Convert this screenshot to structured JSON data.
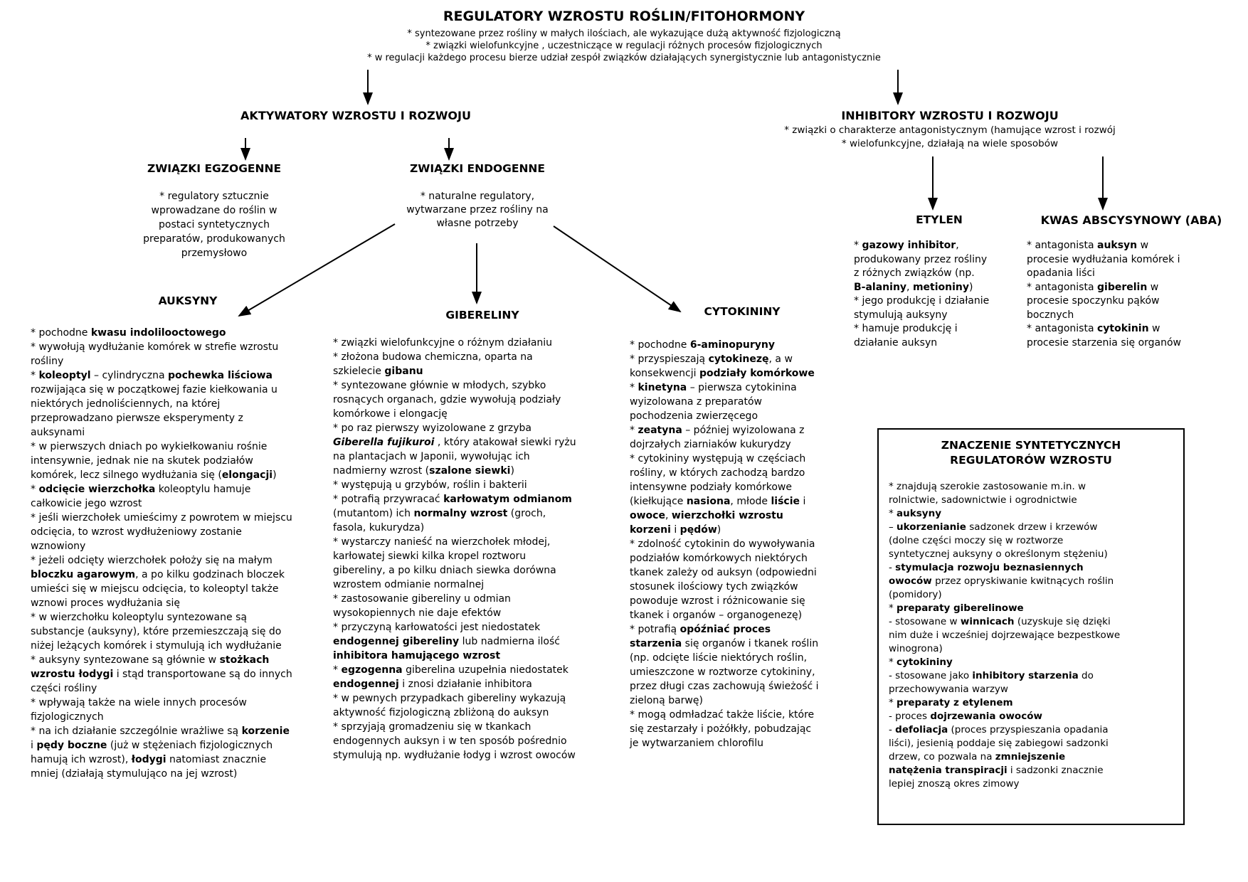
{
  "colors": {
    "background": "#ffffff",
    "text": "#000000",
    "line": "#000000"
  },
  "title": {
    "heading": "REGULATORY WZROSTU ROŚLIN/FITOHORMONY",
    "bullets": [
      "* syntezowane przez rośliny w małych ilościach, ale wykazujące dużą aktywność fizjologiczną",
      "* związki wielofunkcyjne , uczestniczące w regulacji różnych procesów fizjologicznych",
      "* w regulacji każdego procesu bierze udział zespół związków działających synergistycznie lub antagonistycznie"
    ]
  },
  "aktywatory": {
    "heading": "AKTYWATORY WZROSTU I ROZWOJU"
  },
  "inhibitory": {
    "heading": "INHIBITORY WZROSTU I ROZWOJU",
    "bullets": [
      "* związki o charakterze antagonistycznym (hamujące wzrost i rozwój",
      "* wielofunkcyjne, działają na wiele sposobów"
    ]
  },
  "egzogenne": {
    "heading": "ZWIĄZKI EGZOGENNE",
    "desc": [
      "* regulatory sztucznie",
      "wprowadzane do roślin w",
      "postaci syntetycznych",
      "preparatów, produkowanych",
      "przemysłowo"
    ]
  },
  "endogenne": {
    "heading": "ZWIĄZKI ENDOGENNE",
    "desc": [
      "* naturalne regulatory,",
      "wytwarzane przez rośliny na",
      "własne potrzeby"
    ]
  },
  "auksyny": {
    "heading": "AUKSYNY",
    "lines": [
      "* pochodne **kwasu indolilooctowego**",
      "* wywołują wydłużanie komórek w strefie wzrostu",
      "rośliny",
      "* **koleoptyl** – cylindryczna **pochewka liściowa**",
      "rozwijająca się w początkowej fazie kiełkowania u",
      "niektórych jednoliściennych, na której",
      "przeprowadzano pierwsze eksperymenty z",
      "auksynami",
      "* w pierwszych dniach po wykiełkowaniu rośnie",
      "intensywnie, jednak nie na skutek podziałów",
      "komórek, lecz silnego wydłużania się (**elongacji**)",
      "* **odcięcie wierzchołka** koleoptylu hamuje",
      "całkowicie jego wzrost",
      "* jeśli wierzchołek umieścimy z powrotem w miejscu",
      "odcięcia, to wzrost wydłużeniowy zostanie",
      "wznowiony",
      "* jeżeli odcięty wierzchołek położy się na małym",
      "**bloczku agarowym**, a po kilku godzinach bloczek",
      "umieści się w miejscu odcięcia, to koleoptyl także",
      "wznowi proces wydłużania się",
      "* w wierzchołku koleoptylu syntezowane są",
      "substancje (auksyny), które przemieszczają się do",
      "niżej leżących komórek i stymulują ich wydłużanie",
      "* auksyny syntezowane są głównie w **stożkach**",
      "**wzrostu łodygi** i stąd transportowane są do innych",
      "części rośliny",
      "* wpływają także na wiele innych procesów",
      "fizjologicznych",
      "* na ich działanie szczególnie wrażliwe są **korzenie**",
      "i **pędy boczne** (już w stężeniach fizjologicznych",
      "hamują ich wzrost), **łodygi** natomiast znacznie",
      "mniej (działają stymulująco na jej wzrost)"
    ]
  },
  "gibereliny": {
    "heading": "GIBERELINY",
    "lines": [
      "* związki wielofunkcyjne o różnym działaniu",
      "* złożona budowa chemiczna, oparta na",
      "szkielecie **gibanu**",
      "* syntezowane głównie w młodych, szybko",
      "rosnących organach, gdzie wywołują podziały",
      "komórkowe i elongację",
      "* po raz pierwszy wyizolowane z grzyba",
      "***Giberella fujikuroi*** , który atakował siewki ryżu",
      "na plantacjach w Japonii, wywołując ich",
      "nadmierny wzrost (**szalone siewki**)",
      "* występują u grzybów, roślin i bakterii",
      "* potrafią przywracać **karłowatym odmianom**",
      "(mutantom) ich **normalny wzrost** (groch,",
      "fasola, kukurydza)",
      "* wystarczy nanieść na wierzchołek młodej,",
      "karłowatej siewki kilka kropel roztworu",
      "gibereliny, a po kilku dniach siewka dorówna",
      "wzrostem odmianie normalnej",
      "* zastosowanie gibereliny u odmian",
      "wysokopiennych nie daje efektów",
      "* przyczyną karłowatości jest niedostatek",
      "**endogennej gibereliny** lub nadmierna ilość",
      "**inhibitora hamującego wzrost**",
      "* **egzogenna** giberelina uzupełnia niedostatek",
      "**endogennej** i znosi działanie inhibitora",
      "* w pewnych przypadkach gibereliny wykazują",
      "aktywność fizjologiczną zbliżoną do auksyn",
      "* sprzyjają gromadzeniu się w tkankach",
      "endogennych auksyn i w ten sposób pośrednio",
      "stymulują np. wydłużanie łodyg i wzrost owoców"
    ]
  },
  "cytokininy": {
    "heading": "CYTOKININY",
    "lines": [
      "* pochodne **6-aminopuryny**",
      "* przyspieszają **cytokinezę**, a w",
      "konsekwencji **podziały komórkowe**",
      "* **kinetyna** – pierwsza cytokinina",
      "wyizolowana z preparatów",
      "pochodzenia zwierzęcego",
      "* **zeatyna** – później wyizolowana z",
      "dojrzałych ziarniaków kukurydzy",
      "* cytokininy występują w częściach",
      "rośliny, w których zachodzą bardzo",
      "intensywne podziały komórkowe",
      "(kiełkujące **nasiona**, młode **liście** i",
      "**owoce**, **wierzchołki wzrostu**",
      "**korzeni** i **pędów**)",
      "* zdolność cytokinin do wywoływania",
      "podziałów komórkowych niektórych",
      "tkanek zależy od auksyn (odpowiedni",
      "stosunek ilościowy tych związków",
      "powoduje wzrost i różnicowanie się",
      "tkanek i organów – organogenezę)",
      "* potrafią **opóźniać proces**",
      "**starzenia** się organów i tkanek roślin",
      "(np. odcięte liście niektórych roślin,",
      "umieszczone w roztworze cytokininy,",
      "przez długi czas zachowują świeżość i",
      "zieloną barwę)",
      "* mogą odmładzać także liście, które",
      "się zestarzały i pożółkły, pobudzając",
      "je wytwarzaniem chlorofilu"
    ]
  },
  "etylen": {
    "heading": "ETYLEN",
    "lines": [
      "* **gazowy inhibitor**,",
      "produkowany przez rośliny",
      "z różnych związków (np.",
      "**B-alaniny**, **metioniny**)",
      "* jego produkcję i działanie",
      "stymulują auksyny",
      "* hamuje produkcję i",
      "działanie auksyn"
    ]
  },
  "aba": {
    "heading": "KWAS ABSCYSYNOWY (ABA)",
    "lines": [
      "* antagonista **auksyn** w",
      "procesie wydłużania komórek i",
      "opadania liści",
      "* antagonista **giberelin** w",
      "procesie spoczynku pąków",
      "bocznych",
      "* antagonista **cytokinin** w",
      "procesie starzenia się organów"
    ]
  },
  "znaczenie": {
    "title_lines": [
      "ZNACZENIE SYNTETYCZNYCH",
      "REGULATORÓW WZROSTU"
    ],
    "lines": [
      "* znajdują szerokie zastosowanie m.in. w",
      "rolnictwie, sadownictwie i ogrodnictwie",
      "* **auksyny**",
      "– **ukorzenianie** sadzonek drzew i krzewów",
      "(dolne części moczy się w roztworze",
      "syntetycznej auksyny o określonym stężeniu)",
      "- **stymulacja rozwoju beznasiennych**",
      "**owoców** przez opryskiwanie kwitnących roślin",
      "(pomidory)",
      "* **preparaty giberelinowe**",
      "- stosowane w **winnicach** (uzyskuje się dzięki",
      "nim duże i wcześniej dojrzewające bezpestkowe",
      "winogrona)",
      "* **cytokininy**",
      "- stosowane jako **inhibitory starzenia** do",
      "przechowywania warzyw",
      "* **preparaty z etylenem**",
      "- proces **dojrzewania owoców**",
      "- **defoliacja** (proces przyspieszania opadania",
      "liści), jesienią poddaje się zabiegowi sadzonki",
      "drzew, co pozwala na **zmniejszenie**",
      "**natężenia transpiracji** i sadzonki znacznie",
      "lepiej znoszą okres zimowy"
    ]
  }
}
